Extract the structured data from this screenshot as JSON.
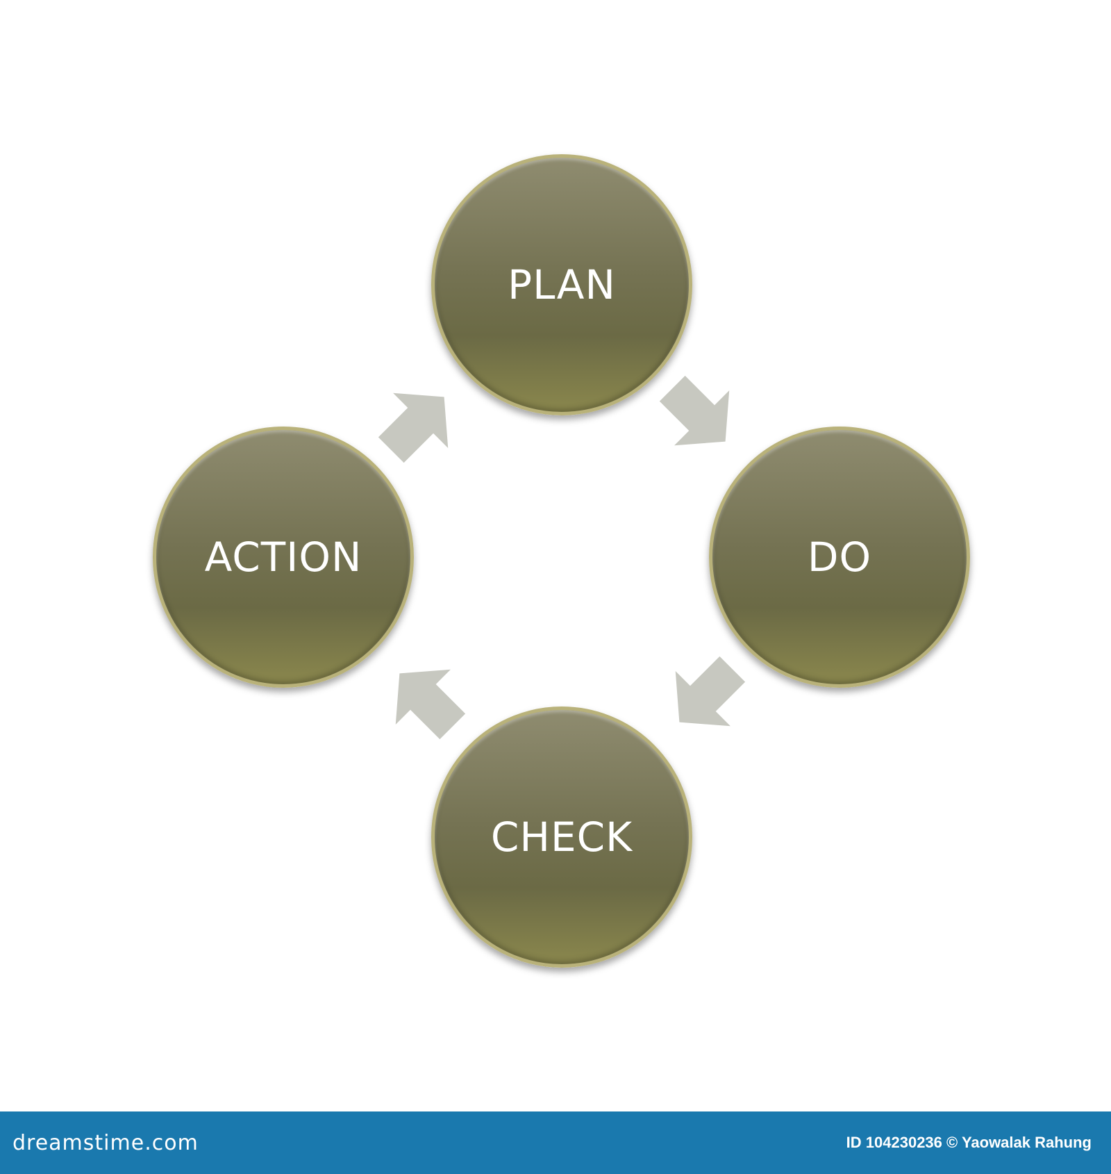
{
  "diagram": {
    "nodes": [
      {
        "id": "plan",
        "label": "PLAN"
      },
      {
        "id": "do",
        "label": "DO"
      },
      {
        "id": "check",
        "label": "CHECK"
      },
      {
        "id": "action",
        "label": "ACTION"
      }
    ],
    "edges": [
      {
        "from": "plan",
        "to": "do"
      },
      {
        "from": "do",
        "to": "check"
      },
      {
        "from": "check",
        "to": "action"
      },
      {
        "from": "action",
        "to": "plan"
      }
    ],
    "colors": {
      "node_fill": "#757353",
      "node_rim": "#b9b27a",
      "node_text": "#ffffff",
      "arrow_fill": "#c7c8c0",
      "footer_bar": "#1a79ae"
    }
  },
  "footer": {
    "logo": "dreamstime.com",
    "credit": "ID 104230236 © Yaowalak Rahung"
  }
}
